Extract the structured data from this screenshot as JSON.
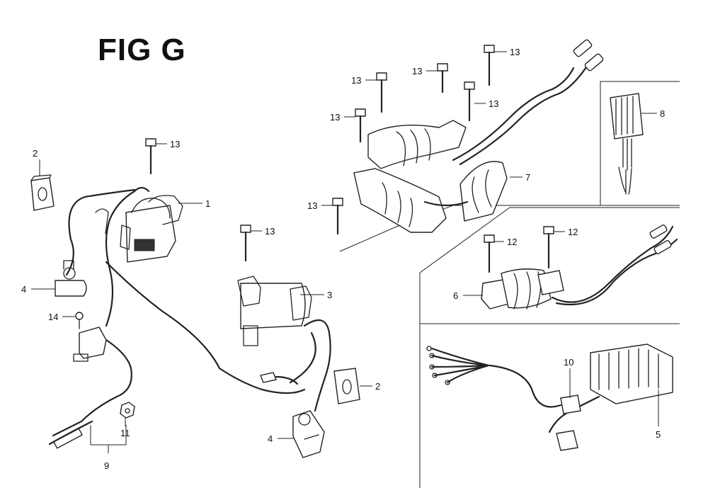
{
  "figure": {
    "title": "FIG G"
  },
  "callouts": {
    "c1": "1",
    "c2a": "2",
    "c2b": "2",
    "c3": "3",
    "c4a": "4",
    "c4b": "4",
    "c5": "5",
    "c6": "6",
    "c7": "7",
    "c8": "8",
    "c9": "9",
    "c10": "10",
    "c11": "11",
    "c12a": "12",
    "c12b": "12",
    "c13a": "13",
    "c13b": "13",
    "c13c": "13",
    "c13d": "13",
    "c13e": "13",
    "c13f": "13",
    "c13g": "13",
    "c13h": "13",
    "c14": "14"
  },
  "colors": {
    "ink": "#222222",
    "background": "#ffffff"
  }
}
